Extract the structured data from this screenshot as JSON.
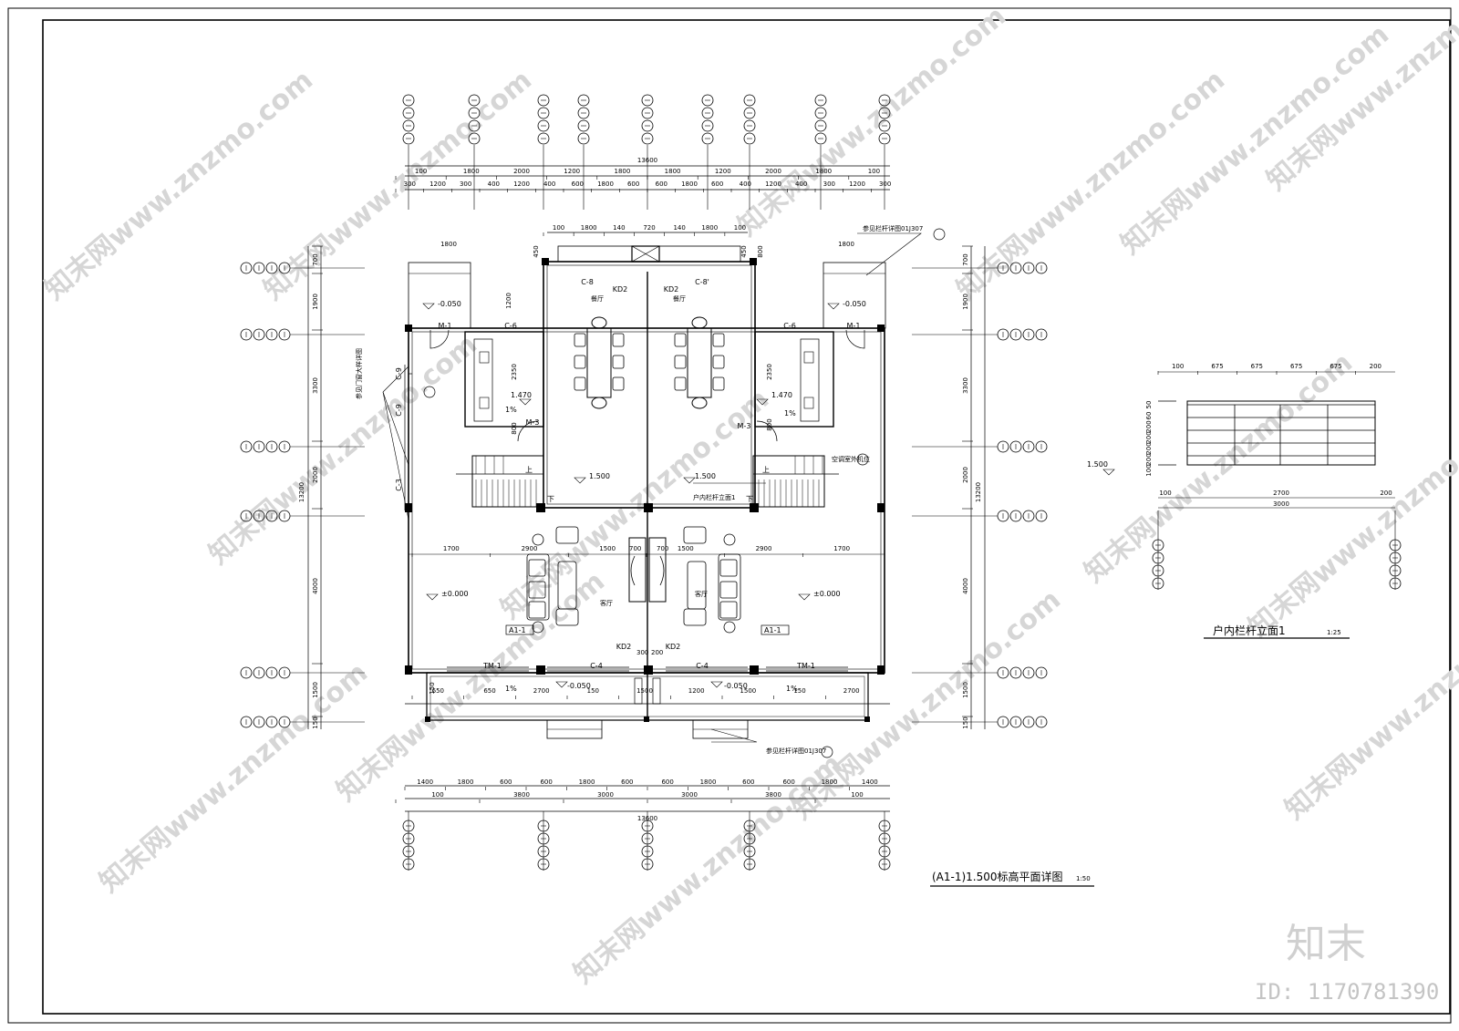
{
  "drawing": {
    "main_title": "(A1-1)1.500标高平面详图",
    "main_scale": "1:50",
    "railing_title": "户内栏杆立面1",
    "railing_scale": "1:25"
  },
  "top_dims": {
    "total": "13600",
    "row1": [
      "100",
      "1800",
      "2000",
      "1200",
      "1800",
      "1800",
      "1200",
      "2000",
      "1800",
      "100"
    ],
    "row2": [
      "300",
      "1200",
      "300",
      "400",
      "1200",
      "400",
      "600",
      "1800",
      "600",
      "600",
      "1800",
      "600",
      "400",
      "1200",
      "400",
      "300",
      "1200",
      "300"
    ],
    "upper": [
      "100",
      "1800",
      "140",
      "720",
      "140",
      "1800",
      "100"
    ],
    "side_left": "1800",
    "side_right": "1800",
    "small": [
      "450",
      "450",
      "800"
    ]
  },
  "bottom_dims": {
    "total": "13600",
    "row1": [
      "1400",
      "1800",
      "600",
      "600",
      "1800",
      "600",
      "600",
      "1800",
      "600",
      "600",
      "1800",
      "1400"
    ],
    "row2": [
      "100",
      "3800",
      "3000",
      "3000",
      "3800",
      "100"
    ],
    "porch": [
      "650",
      "650",
      "2700",
      "150",
      "1500",
      "1200",
      "1500",
      "150",
      "2700"
    ]
  },
  "left_dims": {
    "total": "13200",
    "parts": [
      "700",
      "1900",
      "3300",
      "2000",
      "4000",
      "1500",
      "150"
    ],
    "kitchen": [
      "1200",
      "2350",
      "800",
      "150"
    ]
  },
  "right_dims": {
    "total": "13200",
    "parts": [
      "700",
      "1900",
      "3300",
      "2000",
      "4000",
      "1500",
      "150"
    ],
    "kitchen": [
      "2350",
      "800"
    ]
  },
  "middle_dims": [
    "1700",
    "2900",
    "1500",
    "1500",
    "2900",
    "1700"
  ],
  "labels": {
    "windows": [
      "C-8",
      "C-8'",
      "C-6",
      "C-6",
      "C-4",
      "C-4",
      "C-3",
      "C-9",
      "C-9"
    ],
    "doors": [
      "M-1",
      "M-1",
      "M-3",
      "M-3",
      "TM-1",
      "TM-1"
    ],
    "kd": [
      "KD2",
      "KD2",
      "KD2",
      "KD2"
    ],
    "levels": [
      "-0.050",
      "-0.050",
      "1.470",
      "1.470",
      "1.500",
      "1.500",
      "±0.000",
      "±0.000",
      "-0.050",
      "-0.050",
      "1.500"
    ],
    "slopes": [
      "1%",
      "1%",
      "1%",
      "1%"
    ],
    "callouts": [
      "A1-1",
      "A1-1"
    ],
    "stair": [
      "上",
      "上",
      "下",
      "下"
    ],
    "room_dining_l": "餐厅",
    "room_dining_r": "餐厅",
    "room_living_l": "客厅",
    "room_living_r": "客厅",
    "door_small": [
      "700",
      "700",
      "300",
      "200"
    ],
    "note_top_right": "参见栏杆详图01J307",
    "note_bottom": "参见栏杆详图01J307",
    "note_left": "参见门窗大样详图",
    "note_mid": "户内栏杆立面1",
    "note_right": "空调室外机位"
  },
  "railing": {
    "top_dims": [
      "100",
      "675",
      "675",
      "675",
      "675",
      "200"
    ],
    "mid_dims": [
      "100",
      "2700",
      "200"
    ],
    "bottom_dim": "3000",
    "heights": [
      "100",
      "200",
      "200",
      "200",
      "200",
      "60",
      "50"
    ]
  },
  "watermark": {
    "text": "知末网www.znzmo.com",
    "logo": "知末",
    "id": "ID: 1170781390"
  }
}
